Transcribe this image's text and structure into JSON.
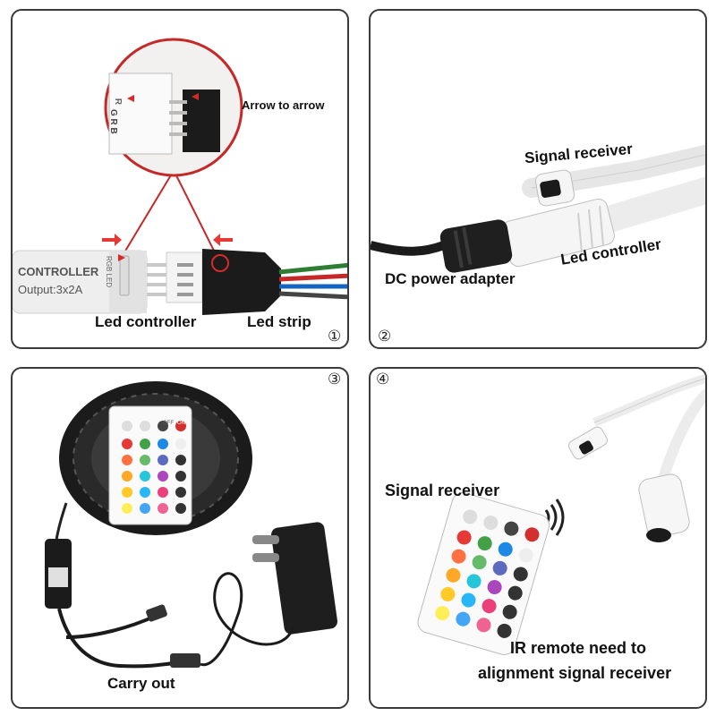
{
  "panel1": {
    "number": "①",
    "callout": "Arrow to arrow",
    "controller_label": "Led controller",
    "strip_label": "Led strip",
    "controller_text": "CONTROLLER",
    "controller_output": "Output:3x2A",
    "rgb_led": "RGB LED",
    "pin_text": "G R B",
    "edge_text": "R"
  },
  "panel2": {
    "number": "②",
    "signal_receiver": "Signal receiver",
    "led_controller": "Led controller",
    "dc_adapter": "DC power adapter"
  },
  "panel3": {
    "number": "③",
    "carry_out": "Carry out",
    "off": "OFF",
    "on": "ON"
  },
  "panel4": {
    "number": "④",
    "signal_receiver": "Signal receiver",
    "ir_line1": "IR remote need to",
    "ir_line2": "alignment signal receiver"
  },
  "colors": {
    "panel_border": "#3a3a3a",
    "red_accent": "#d42a2a",
    "connector_black": "#1b1b1b",
    "cable_white": "#f2f2f2"
  }
}
